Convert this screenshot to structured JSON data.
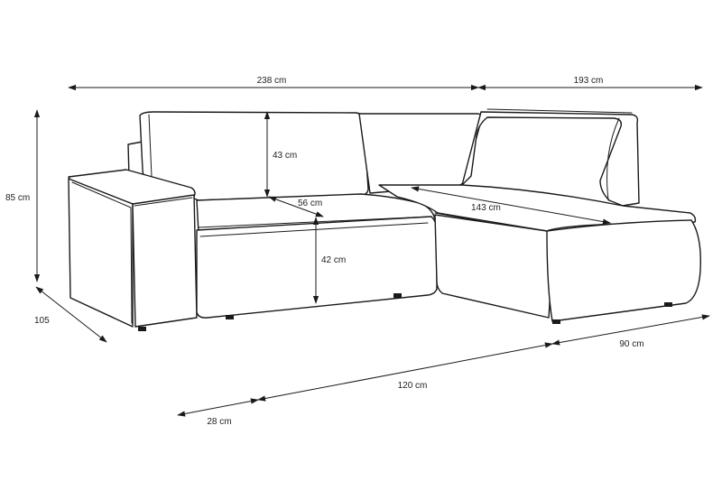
{
  "diagram": {
    "dimensions": {
      "total_width": "238 cm",
      "chaise_width": "193 cm",
      "height": "85 cm",
      "side_depth": "105",
      "back_height": "43 cm",
      "seat_depth": "56 cm",
      "seat_height": "42 cm",
      "chaise_seat_length": "143 cm",
      "armrest_width": "28 cm",
      "seat_width": "120 cm",
      "chaise_depth": "90 cm"
    }
  }
}
